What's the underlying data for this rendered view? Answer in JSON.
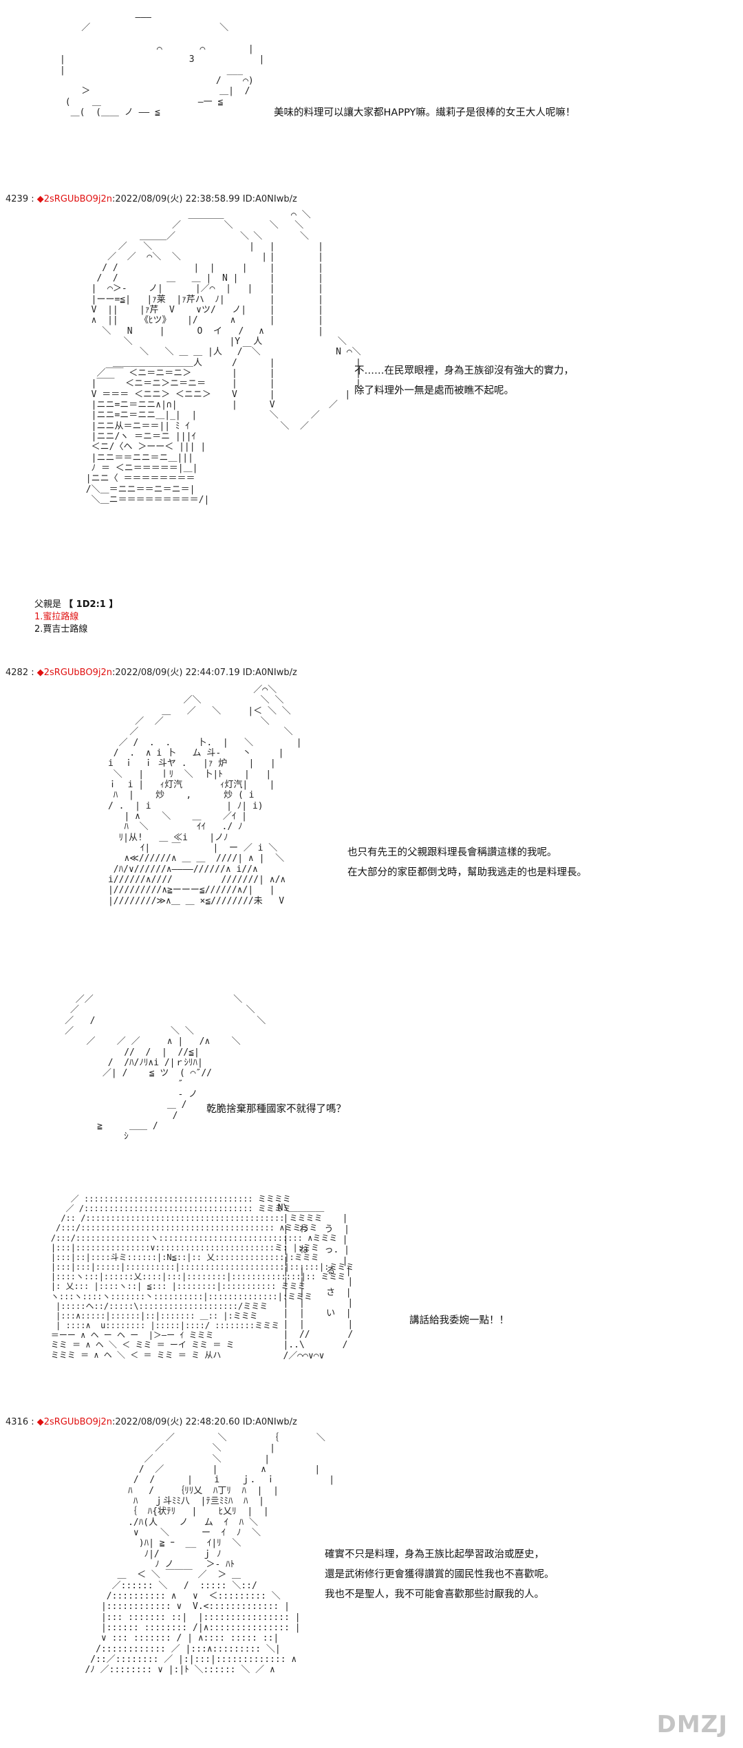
{
  "colors": {
    "trip": "#e01010",
    "text": "#111111",
    "watermark": "#c4c4c4"
  },
  "panel1": {
    "art": "                    ―――\n          ／                        ＼\n\n                        ⌒       ⌒        |\n      |                       3            |\n      |                              ___\n                                   /    ⌒)\n          ＞                        ＿|  /\n       (    ＿                  ―一 ≦\n        ＿(  (＿＿ ノ ―― ≦",
    "dialog": "美味的料理可以讓大家都HAPPY嘛。繊莉子是很棒的女王大人呢嘛！"
  },
  "post1": {
    "number": "4239",
    "sep": ":",
    "diamond": "◆",
    "trip": "2sRGUbBO9j2n",
    "datetime": ":2022/08/09(火) 22:38:58.99 ID:A0NIwb/z"
  },
  "panel2": {
    "art": "                          ＿＿＿＿\n                       ／        ＼\n                 ＿＿＿／            ＼\n             ／   ＼                  |\n           ／  ／  ⌒＼  ＼               |\n          / /              |  |     |\n         /  /         ＿   ＿ |  N |   \n        |  ⌒＞-    ノ|      |／⌒  |   |\n        |ーー=≦|   |ｧ莱  |ｧ芹ハ  ﾉ|\n        V  ||    |ｧ芹  V    ∨ツ/   ノ|\n        ∧  ||    《ﾋツ》   |/      ∧\n          ＼   N     |      O  イ   /\n              ＼                  |Y  \n                 ＼   ＼ ＿ ＿ |人 \n            ＿＿＿＿＿＿＿＿＿人\n         ／￣￣ ＜ニ＝ニ＝ニ＞\n        |￣￣  ＜ニ＝ニ＞ニ＝ニ＝\n        V ＝＝＝ ＜ニニ＞ ＜ニニ＞\n        |ニニ=ニ＝ニニ∧|∩|\n        |ニニ=ニ＝ニニ＿|_|  |\n        |ニニ从＝ニ＝＝|| ﾐ ｲ \n        |ニニ/ヽ ＝ニ＝ニ |||ｲ\n        ＜ニ/〈ヘ ＞ーー＜ ||| |\n        |ニニ＝＝ニニ＝ニ＿||| \n        ﾉ ＝ ＜ニ＝＝＝＝＝|＿|\n       |ニニ〈 ＝＝＝＝＝＝＝＝\n       /＼＿＝ニニ＝＝ニ＝ニ＝|\n        ＼＿ニ＝＝＝＝＝＝＝＝＝/|",
    "art_side": "                 ⌒ ＼\n             ＼   ＼\n          ＼       ＼\n             |        |\n             |        |\n             |        |\n             |        |\n             |        |\n             |        |\n             |        |\n             |        |\n           ∧          |\n          人              ＼\n       /￣＼              N ⌒＼\n      /      |               |\n      |      |               |\n      |      |               |\n      V      |             |\n      |      V          ／\n             ＼      ／\n               ＼  ／",
    "dialog_lines": [
      "不……在民眾眼裡，身為王族卻沒有強大的實力，",
      "除了料理外一無是處而被瞧不起呢。"
    ]
  },
  "choices": {
    "intro": "父親是",
    "tag": "【 1D2:1 】",
    "option1": "1.蜜拉路線",
    "option2": "2.賈吉士路線"
  },
  "post2": {
    "number": "4282",
    "sep": ":",
    "diamond": "◆",
    "trip": "2sRGUbBO9j2n",
    "datetime": ":2022/08/09(火) 22:44:07.19 ID:A0NIwb/z"
  },
  "panel3": {
    "art": "                                 ／⌒＼\n                    ／＼           ＼ ＼\n                ＿   ／   ＼     |＜ ＼ ＼\n           ／  ／                  ＼  \n          ／                           ＼\n        ／ /  .  .     卜.  |   ＼        |\n       /  .  ∧ i 卜   ム 斗-    丶     |\n      i  ｉ  ｉ 斗ヤ .   |ｧ 炉    |   |\n       ＼   |   丨ﾘ  ＼  卜|ﾄ    |   |\n      ｉ  i |   ｨ灯汽       ｨ灯汽|    |\n       ﾊ  |    炒    ,      炒 ( i \n      / .  | i              | ﾉ| i)\n         | ∧    ＼    ＿    ／ｲ |\n         ﾊ  ＼         ｲｲ   ./ ﾉ\n        ﾘ|从!   ＿ ≪i    |ノﾉ \n            ｲ|    ￣      |  ー ／ i ＼\n         ∧≪//////∧ ＿ ＿  ////| ∧ |  ＼\n       /ﾊ/∨//////∧――――//////∧ i//∧   \n      i//////∧////         ///////| ∧/∧\n      |/////////∧≧ーーー≦//////∧/|   |\n      |////////≫∧＿ ＿ ×≦////////未   V",
    "dialog_lines": [
      "也只有先王的父親跟料理長會稱讚這樣的我呢。",
      "在大部分的家臣都倒戈時，幫助我逃走的也是料理長。"
    ]
  },
  "panel4": {
    "art": "       ／／                          ＼\n      ／                               ＼\n     ／   /                              ＼\n     ／                  ＼ ＼\n         ／    ／ ／     ∧ |   /∧    ＼\n                //  /  |  //≦|\n             /  /ﾊ/ﾉﾘ∧i /|ｒｼﾘﾊ|\n            ／| /    ≦ ツ  ( ⌒″//\n                          ″\n                          - ノ\n                        ＿ /\n                         /\n           ≧     ＿＿ /\n                ｼ",
    "dialog": "乾脆捨棄那種國家不就得了嗎？"
  },
  "panel5": {
    "art": "        ／ :::::::::::::::::::::::::::::::::: ミミミミ\n       ／ /:::::::::::::::::::::::::::::::::: ミミミミ\n      /:: /:::::::::::::::::::::::::::::::::::::::: ミミミミ\n     /:::/::::::::::::::::::::::::::::::::::::::: ∧ミミミミ\n    /:::/:::::::::::::::ヽ::::::::::::::::::::::::::::: ∧ミミミ\n    |:::|:::::::::::::::∨::::::::::::::::::::::::ミ: |:ミミ\n    |:::|::|::::斗ミ::::::|:N≦::|:: 乂::::::::::::::|:ミミミ\n    |:::|:::|:::::|::::::::::|:::::::::::::::::::::|::::::|:ミミミ\n    |::::ヽ:::|::::::乂::::|:::|::::::::|::::::::::::::|:: ミミミ\n    |: 乂::: |::::ヽ::| ≦::: |::::::::|::::::::::: ミミミ\n    ヽ:::ヽ::::ヽ:::::::丶::::::::::|::::::::::::::|:ミミミ\n     |:::::ヘ::/:::::\\::::::::::::::::::::/ミミミ\n     |:::∧:::::|::::::|::|::::::: ＿:: |:ミミミ\n     | ::::∧  u:::::::: |:::::|::::/ ::::::::ミミミ\n    ＝ーー ∧ ヘ ー ヘ ー  |＞―ー ｲ ミミミ\n    ミミ ＝ ∧ ヘ ＼ ＜ ミミ ＝ ーイ ミミ ＝ ミ\n    ミミミ ＝ ∧ ヘ ＼ ＜ ＝ ミミ ＝ ミ 从ハ",
    "art_side": "  N\\＿＿＿＿\n   |          |\n   |  わ   う  |\n   |          |\n   |  ね   っ. |\n   |          |\n   |  |    る  |\n   |  |        |\n   |  |    さ  |\n   |  |        |\n   |  |    い  |\n   |  |        |\n   |  //       /\n   |..\\       /\n   /／⌒⌒∨⌒∨",
    "dialog": "講話給我委婉一點！！"
  },
  "post3": {
    "number": "4316",
    "sep": ":",
    "diamond": "◆",
    "trip": "2sRGUbBO9j2n",
    "datetime": ":2022/08/09(火) 22:48:20.60 ID:A0NIwb/z"
  },
  "panel6": {
    "art": "                  ／        ＼        ｛       ＼\n                ／         ＼         |\n              ／           ＼        |\n             /  ／         |        ∧         |\n            /  /      |    i    ｊ.  ｉ          |\n           ﾊ   /    ｛ﾘﾘ乂  ﾊ丁ﾘ  ﾊ  |  |\n            ﾊ   ｊ斗ﾐﾐ八  |ﾃ亖ﾐﾐﾊ  ﾊ  |\n           ｛  ﾊ{状ﾃﾘ   |    ﾋ乂ﾘ  |  |\n           ./ﾊ(人    ノ   ム  ｲ  ﾊ ＼\n            ∨    ＼      ー  ｲ  ﾉ  ＼\n             )ﾊ| ≧ ｰ  __  ｲ|ﾘ  ＼\n              ﾉ|/        ｊ ﾉ   \n                ﾉ ノ      ＞- ﾊﾄ\n         ＿  ＜ ＼ ￣￣￣ ／  ＞ ＿\n        ／:::::: ＼   /  ::::: ＼::/\n       /:::::::::: ∧   ∨  ＜::::::::: ＼\n      |:::::::::::: ∨  V.<::::::::::::: |\n      |::: ::::::: ::|  |:::::::::::::::: |\n      |:::::: :::::::: /|∧::::::::::::::: |\n      ∨ ::: ::::::: / | ∧:::: ::::: ::|\n     /:::::::::::: ／ |:::∧::::::::: ＼|\n    /::／:::::::: ／ |:|:::|::::::::::::: ∧\n   /ﾉ ／:::::::: ∨ |:|ﾄ ＼:::::: ＼ ／ ∧",
    "dialog_lines": [
      "確實不只是料理，身為王族比起學習政治或歷史，",
      "還是武術修行更會獲得讚賞的國民性我也不喜歡呢。",
      "我也不是聖人，我不可能會喜歡那些討厭我的人。"
    ]
  },
  "watermark": "DMZJ"
}
